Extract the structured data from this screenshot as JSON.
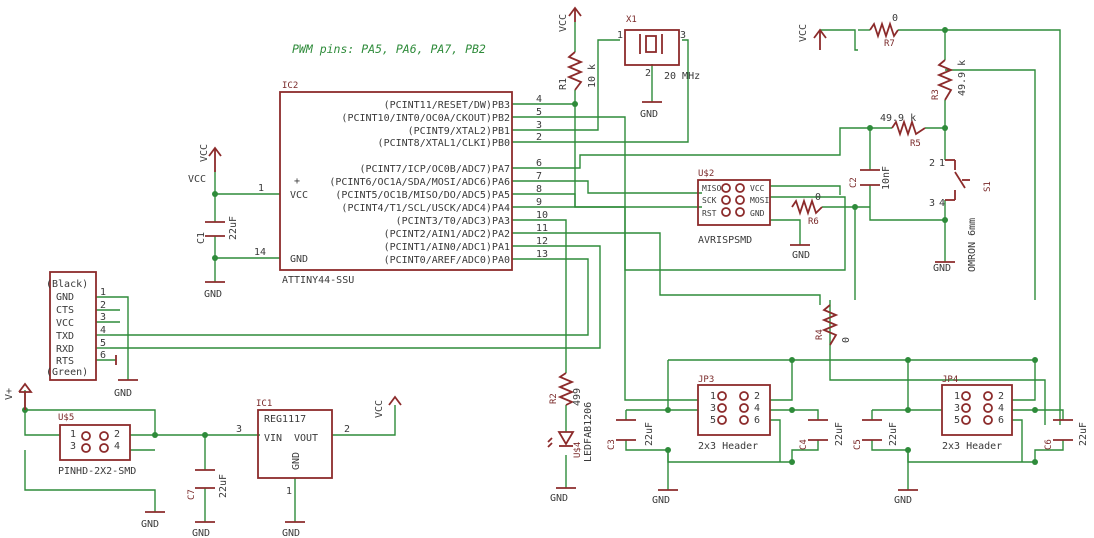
{
  "note": "PWM pins: PA5, PA6, PA7, PB2",
  "power": {
    "vcc": "VCC",
    "gnd": "GND",
    "vplus": "V+"
  },
  "ic2": {
    "ref": "IC2",
    "value": "ATTINY44-SSU",
    "vcc_pin": "VCC",
    "gnd_pin": "GND",
    "left_pins": [
      "1",
      "14"
    ],
    "pins": [
      {
        "name": "(PCINT11/RESET/DW)PB3",
        "num": "4"
      },
      {
        "name": "(PCINT10/INT0/OC0A/CKOUT)PB2",
        "num": "5"
      },
      {
        "name": "(PCINT9/XTAL2)PB1",
        "num": "3"
      },
      {
        "name": "(PCINT8/XTAL1/CLKI)PB0",
        "num": "2"
      },
      {
        "name": "(PCINT7/ICP/OC0B/ADC7)PA7",
        "num": "6"
      },
      {
        "name": "(PCINT6/OC1A/SDA/MOSI/ADC6)PA6",
        "num": "7"
      },
      {
        "name": "(PCINT5/OC1B/MISO/DO/ADC5)PA5",
        "num": "8"
      },
      {
        "name": "(PCINT4/T1/SCL/USCK/ADC4)PA4",
        "num": "9"
      },
      {
        "name": "(PCINT3/T0/ADC3)PA3",
        "num": "10"
      },
      {
        "name": "(PCINT2/AIN1/ADC2)PA2",
        "num": "11"
      },
      {
        "name": "(PCINT1/AIN0/ADC1)PA1",
        "num": "12"
      },
      {
        "name": "(PCINT0/AREF/ADC0)PA0",
        "num": "13"
      }
    ]
  },
  "ftdi": {
    "top": "(Black)",
    "bottom": "(Green)",
    "pins": [
      "GND",
      "CTS",
      "VCC",
      "TXD",
      "RXD",
      "RTS"
    ],
    "nums": [
      "1",
      "2",
      "3",
      "4",
      "5",
      "6"
    ]
  },
  "x1": {
    "ref": "X1",
    "value": "20 MHz",
    "pins": [
      "1",
      "2",
      "3"
    ]
  },
  "r1": {
    "ref": "R1",
    "value": "10 k"
  },
  "r2": {
    "ref": "R2",
    "value": "499"
  },
  "r3": {
    "ref": "R3",
    "value": "49.9 k"
  },
  "r4": {
    "ref": "R4",
    "value": "0"
  },
  "r5": {
    "ref": "R5",
    "value": "49.9 k"
  },
  "r6": {
    "ref": "R6",
    "value": "0"
  },
  "r7": {
    "ref": "R7",
    "value": "0"
  },
  "c1": {
    "ref": "C1",
    "value": "22uF"
  },
  "c2": {
    "ref": "C2",
    "value": "10nF"
  },
  "c3": {
    "ref": "C3",
    "value": "22uF"
  },
  "c4": {
    "ref": "C4",
    "value": "22uF"
  },
  "c5": {
    "ref": "C5",
    "value": "22uF"
  },
  "c6": {
    "ref": "C6",
    "value": "22uF"
  },
  "c7": {
    "ref": "C7",
    "value": "22uF"
  },
  "avr": {
    "ref": "U$2",
    "value": "AVRISPSMD",
    "left": [
      "MISO",
      "SCK",
      "RST"
    ],
    "right": [
      "VCC",
      "MOSI",
      "GND"
    ]
  },
  "s1": {
    "ref": "S1",
    "value": "OMRON 6mm",
    "pins": [
      "1",
      "2",
      "3",
      "4"
    ]
  },
  "jp3": {
    "ref": "JP3",
    "value": "2x3 Header",
    "pins": [
      "1",
      "2",
      "3",
      "4",
      "5",
      "6"
    ]
  },
  "jp4": {
    "ref": "JP4",
    "value": "2x3 Header",
    "pins": [
      "1",
      "2",
      "3",
      "4",
      "5",
      "6"
    ]
  },
  "u5": {
    "ref": "U$5",
    "value": "PINHD-2X2-SMD",
    "pins": [
      "1",
      "2",
      "3",
      "4"
    ]
  },
  "u4": {
    "ref": "U$4",
    "value": "LEDFAB1206"
  },
  "ic1": {
    "ref": "IC1",
    "value": "REG1117",
    "vin": "VIN",
    "vout": "VOUT",
    "gnd": "GND",
    "pins": [
      "1",
      "2",
      "3"
    ]
  }
}
